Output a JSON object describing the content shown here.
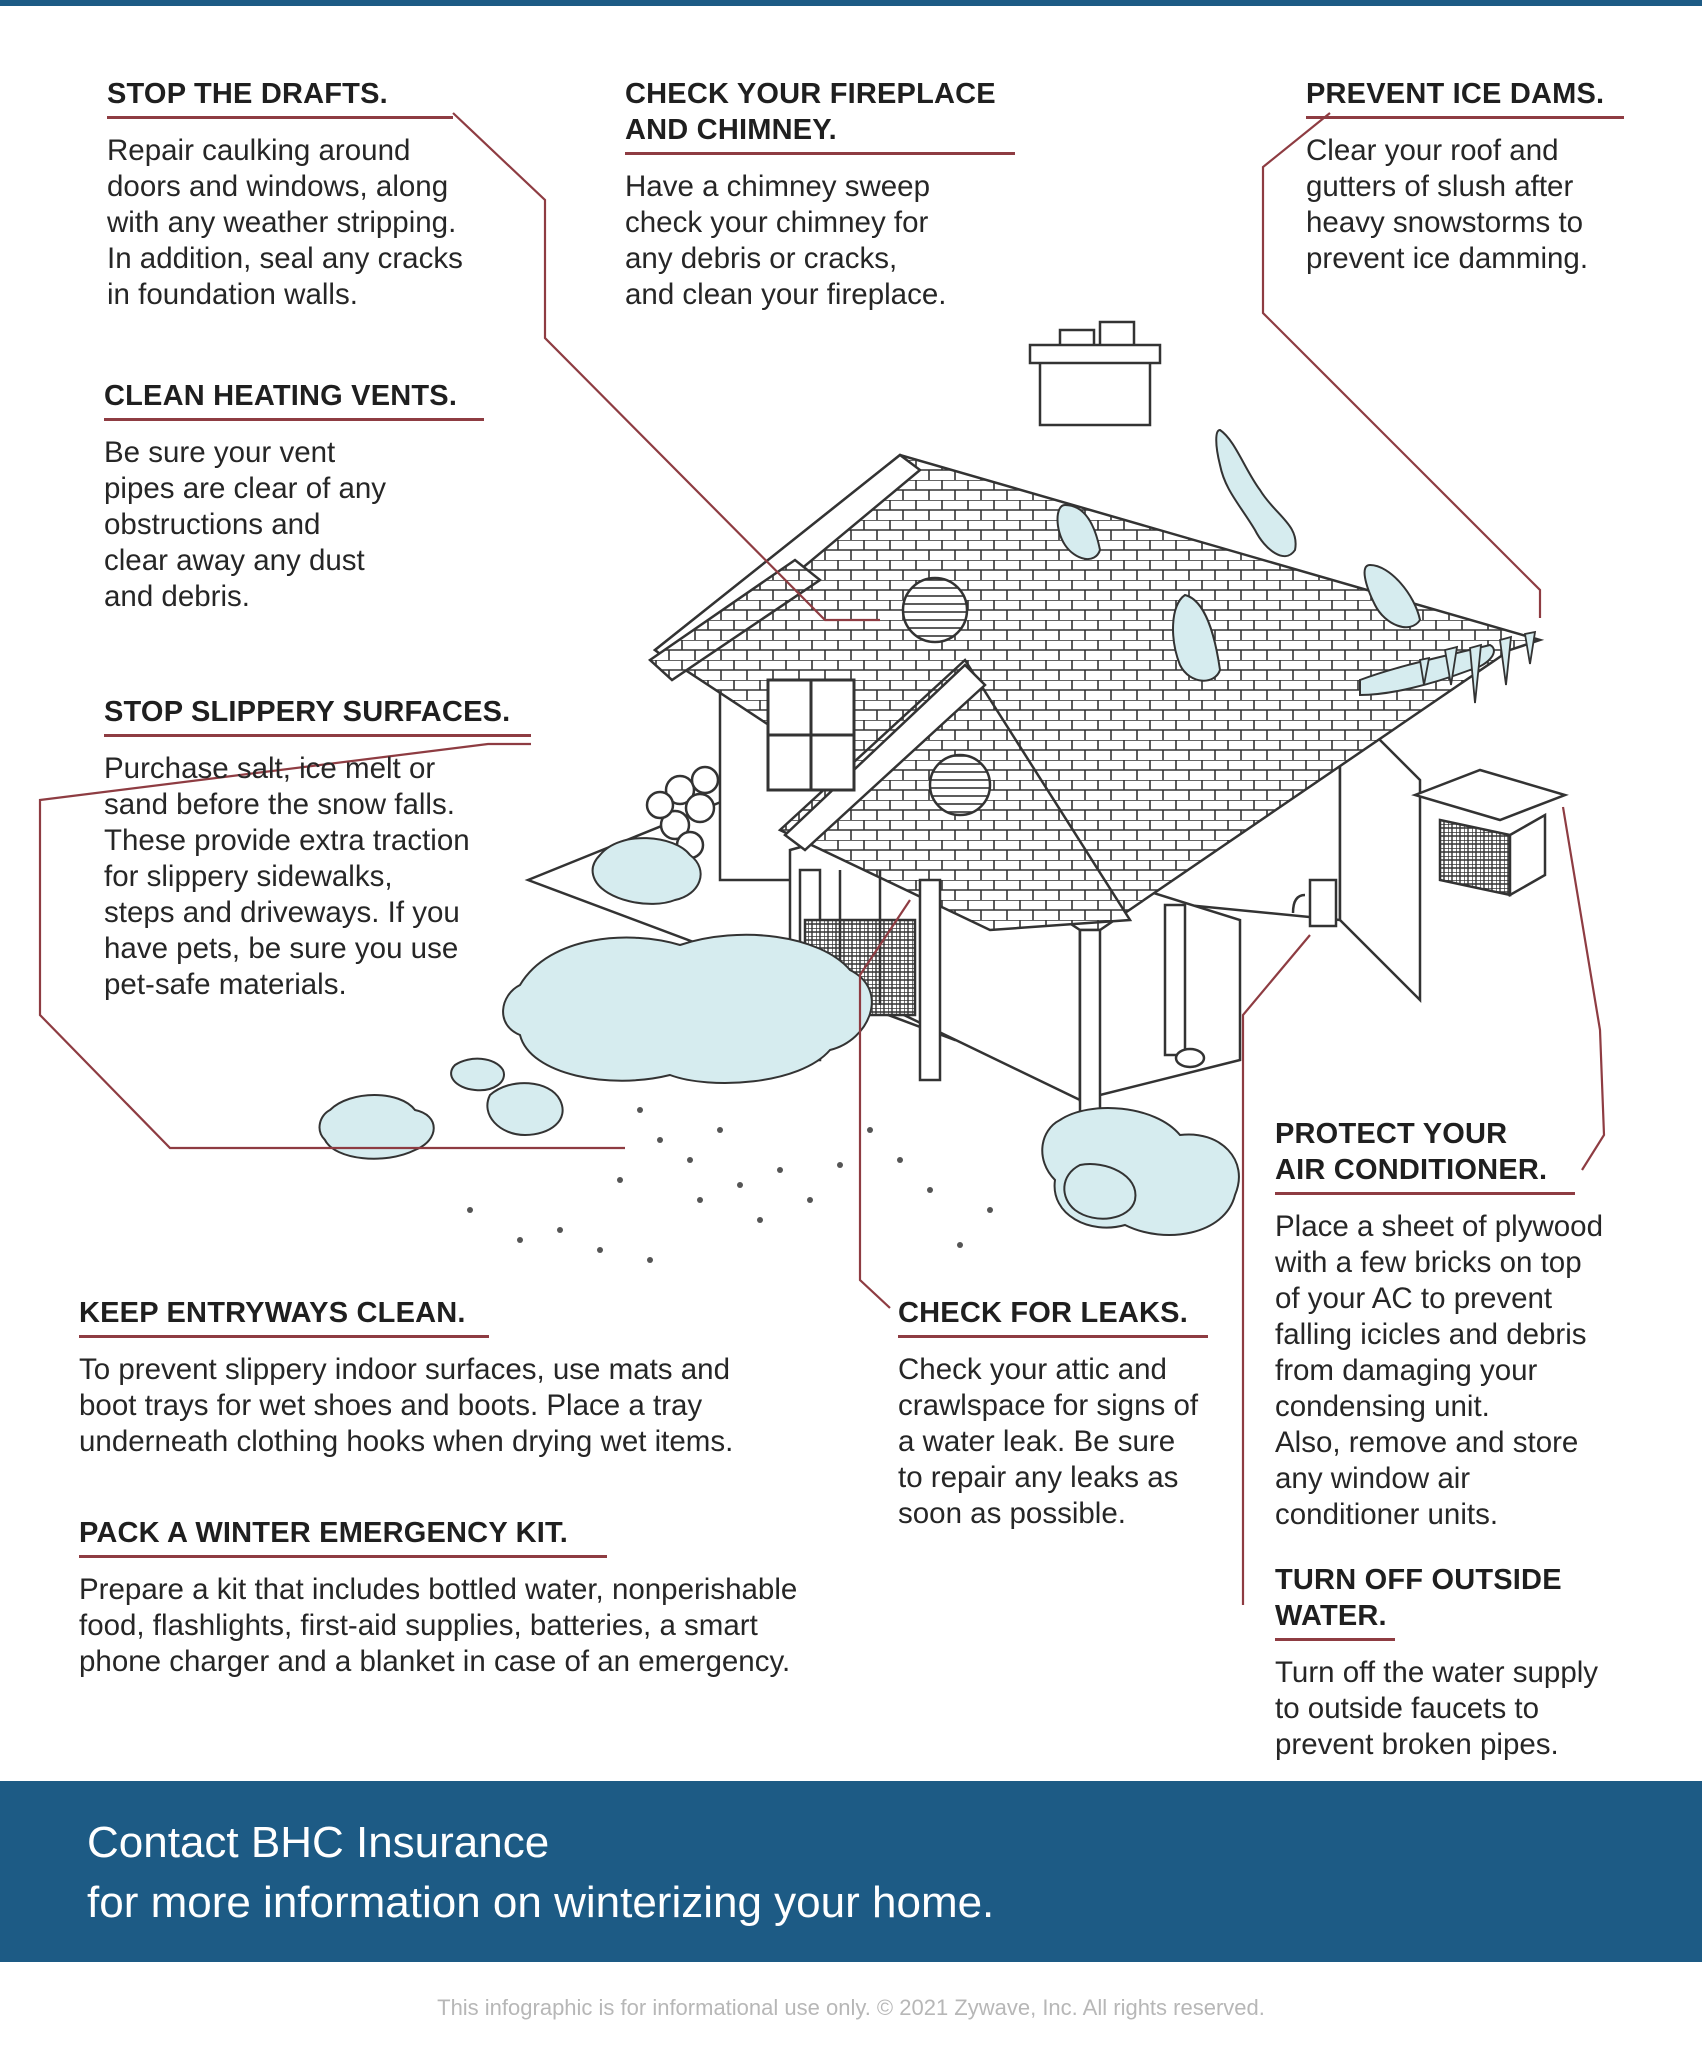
{
  "colors": {
    "brand_blue": "#1d5b85",
    "accent_red": "#8e3c42",
    "ice": "#d6ecef"
  },
  "tips": {
    "drafts": {
      "title": "STOP THE DRAFTS.",
      "body": "Repair caulking around\ndoors and windows, along\nwith any weather stripping.\nIn addition, seal any cracks\nin foundation walls."
    },
    "fireplace": {
      "title": "CHECK YOUR FIREPLACE\nAND CHIMNEY.",
      "body": "Have a chimney sweep\ncheck your chimney for\nany debris or cracks,\nand clean your fireplace."
    },
    "ice_dams": {
      "title": "PREVENT ICE DAMS.",
      "body": "Clear your roof and\ngutters of slush after\nheavy snowstorms to\nprevent ice damming."
    },
    "vents": {
      "title": "CLEAN HEATING VENTS.",
      "body": "Be sure your vent\npipes are clear of any\nobstructions and\nclear away any dust\nand debris."
    },
    "slippery": {
      "title": "STOP SLIPPERY SURFACES.",
      "body": "Purchase salt, ice melt or\nsand before the snow falls.\nThese provide extra traction\nfor slippery sidewalks,\nsteps and driveways. If you\nhave pets, be sure you use\npet-safe materials."
    },
    "ac": {
      "title": "PROTECT YOUR\nAIR CONDITIONER.",
      "body": "Place a sheet of plywood\nwith a few bricks on top\nof your AC to prevent\nfalling icicles and debris\nfrom damaging your\ncondensing unit.\nAlso, remove and store\nany window air\nconditioner units."
    },
    "entryways": {
      "title": "KEEP ENTRYWAYS CLEAN.",
      "body": "To prevent slippery indoor surfaces, use mats and\nboot trays for wet shoes and boots. Place a tray\nunderneath clothing hooks when drying wet items."
    },
    "leaks": {
      "title": "CHECK FOR LEAKS.",
      "body": "Check your attic and\ncrawlspace for signs of\na water leak. Be sure\nto repair any leaks as\nsoon as possible."
    },
    "kit": {
      "title": "PACK A WINTER EMERGENCY KIT.",
      "body": "Prepare a kit that includes bottled water, nonperishable\nfood, flashlights, first-aid supplies, batteries, a smart\nphone charger and a blanket in case of an emergency."
    },
    "water": {
      "title": "TURN OFF OUTSIDE\nWATER.",
      "body": "Turn off the water supply\nto outside faucets to\nprevent broken pipes."
    }
  },
  "banner": {
    "line1": "Contact BHC Insurance",
    "line2": "for more information on winterizing your home."
  },
  "footer": "This infographic is for informational use only. © 2021 Zywave, Inc. All rights reserved."
}
